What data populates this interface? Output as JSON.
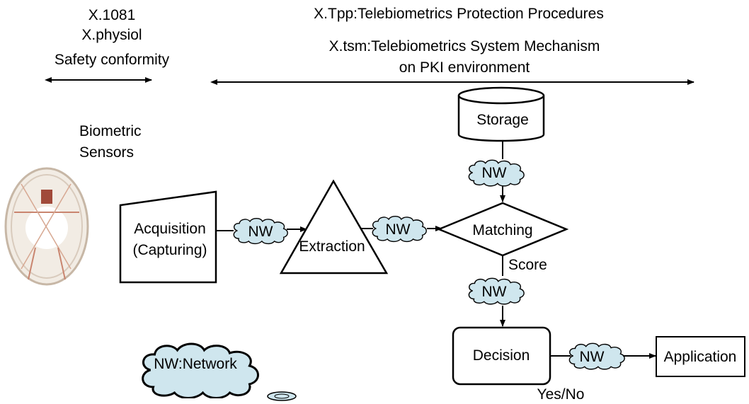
{
  "standards_left": {
    "line1": "X.1081",
    "line2": "X.physiol",
    "line3": "Safety conformity"
  },
  "standards_right": {
    "tpp": "X.Tpp:Telebiometrics Protection Procedures",
    "tsm_line1": "X.tsm:Telebiometrics System Mechanism",
    "tsm_line2": "on PKI environment"
  },
  "sensors": {
    "line1": "Biometric",
    "line2": "Sensors"
  },
  "nodes": {
    "acquisition_line1": "Acquisition",
    "acquisition_line2": "(Capturing)",
    "extraction": "Extraction",
    "matching": "Matching",
    "storage": "Storage",
    "decision": "Decision",
    "application": "Application"
  },
  "network_label": "NW",
  "score_label": "Score",
  "yes_no_label": "Yes/No",
  "legend_label": "NW:Network",
  "colors": {
    "cloud_fill": "#cfe6ee",
    "stroke": "#000000"
  }
}
